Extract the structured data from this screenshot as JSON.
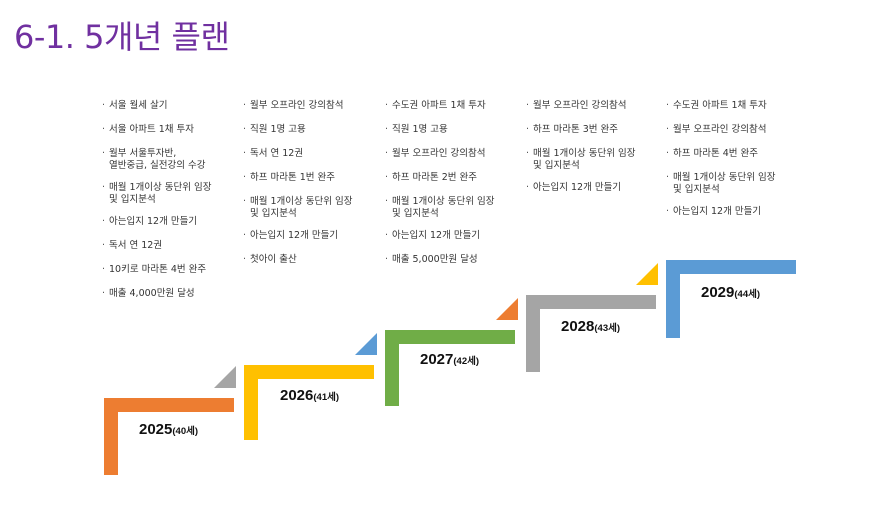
{
  "title": "6-1. 5개년 플랜",
  "years": [
    {
      "year": "2025",
      "age": "(40세)",
      "color": "#ED7D31",
      "items": [
        "서울 월세 살기",
        "서울 아파트 1채 투자",
        "월부 서울투자반,\n열반중급, 실전강의 수강",
        "매월 1개이상 동단위 임장\n및 입지분석",
        "아는입지 12개 만들기",
        "독서 연 12권",
        "10키로 마라톤 4번 완주",
        "매출 4,000만원 달성"
      ]
    },
    {
      "year": "2026",
      "age": "(41세)",
      "color": "#FFC000",
      "items": [
        "월부 오프라인 강의참석",
        "직원 1명 고용",
        "독서 연 12권",
        "하프 마라톤 1번 완주",
        "매월 1개이상 동단위 임장\n및 입지분석",
        "아는입지 12개 만들기",
        "첫아이 출산"
      ]
    },
    {
      "year": "2027",
      "age": "(42세)",
      "color": "#70AD47",
      "items": [
        "수도권 아파트 1채 투자",
        "직원 1명 고용",
        "월부 오프라인 강의참석",
        "하프 마라톤 2번 완주",
        "매월 1개이상 동단위 임장\n및 입지분석",
        "아는입지 12개 만들기",
        "매출 5,000만원 달성"
      ]
    },
    {
      "year": "2028",
      "age": "(43세)",
      "color": "#A5A5A5",
      "items": [
        "월부 오프라인 강의참석",
        "하프 마라톤 3번 완주",
        "매월 1개이상 동단위 임장\n및 입지분석",
        "아는입지 12개 만들기"
      ]
    },
    {
      "year": "2029",
      "age": "(44세)",
      "color": "#5B9BD5",
      "items": [
        "수도권 아파트 1채 투자",
        "월부 오프라인 강의참석",
        "하프 마라톤 4번 완주",
        "매월 1개이상 동단위 임장\n및 입지분석",
        "아는입지 12개 만들기"
      ]
    }
  ]
}
